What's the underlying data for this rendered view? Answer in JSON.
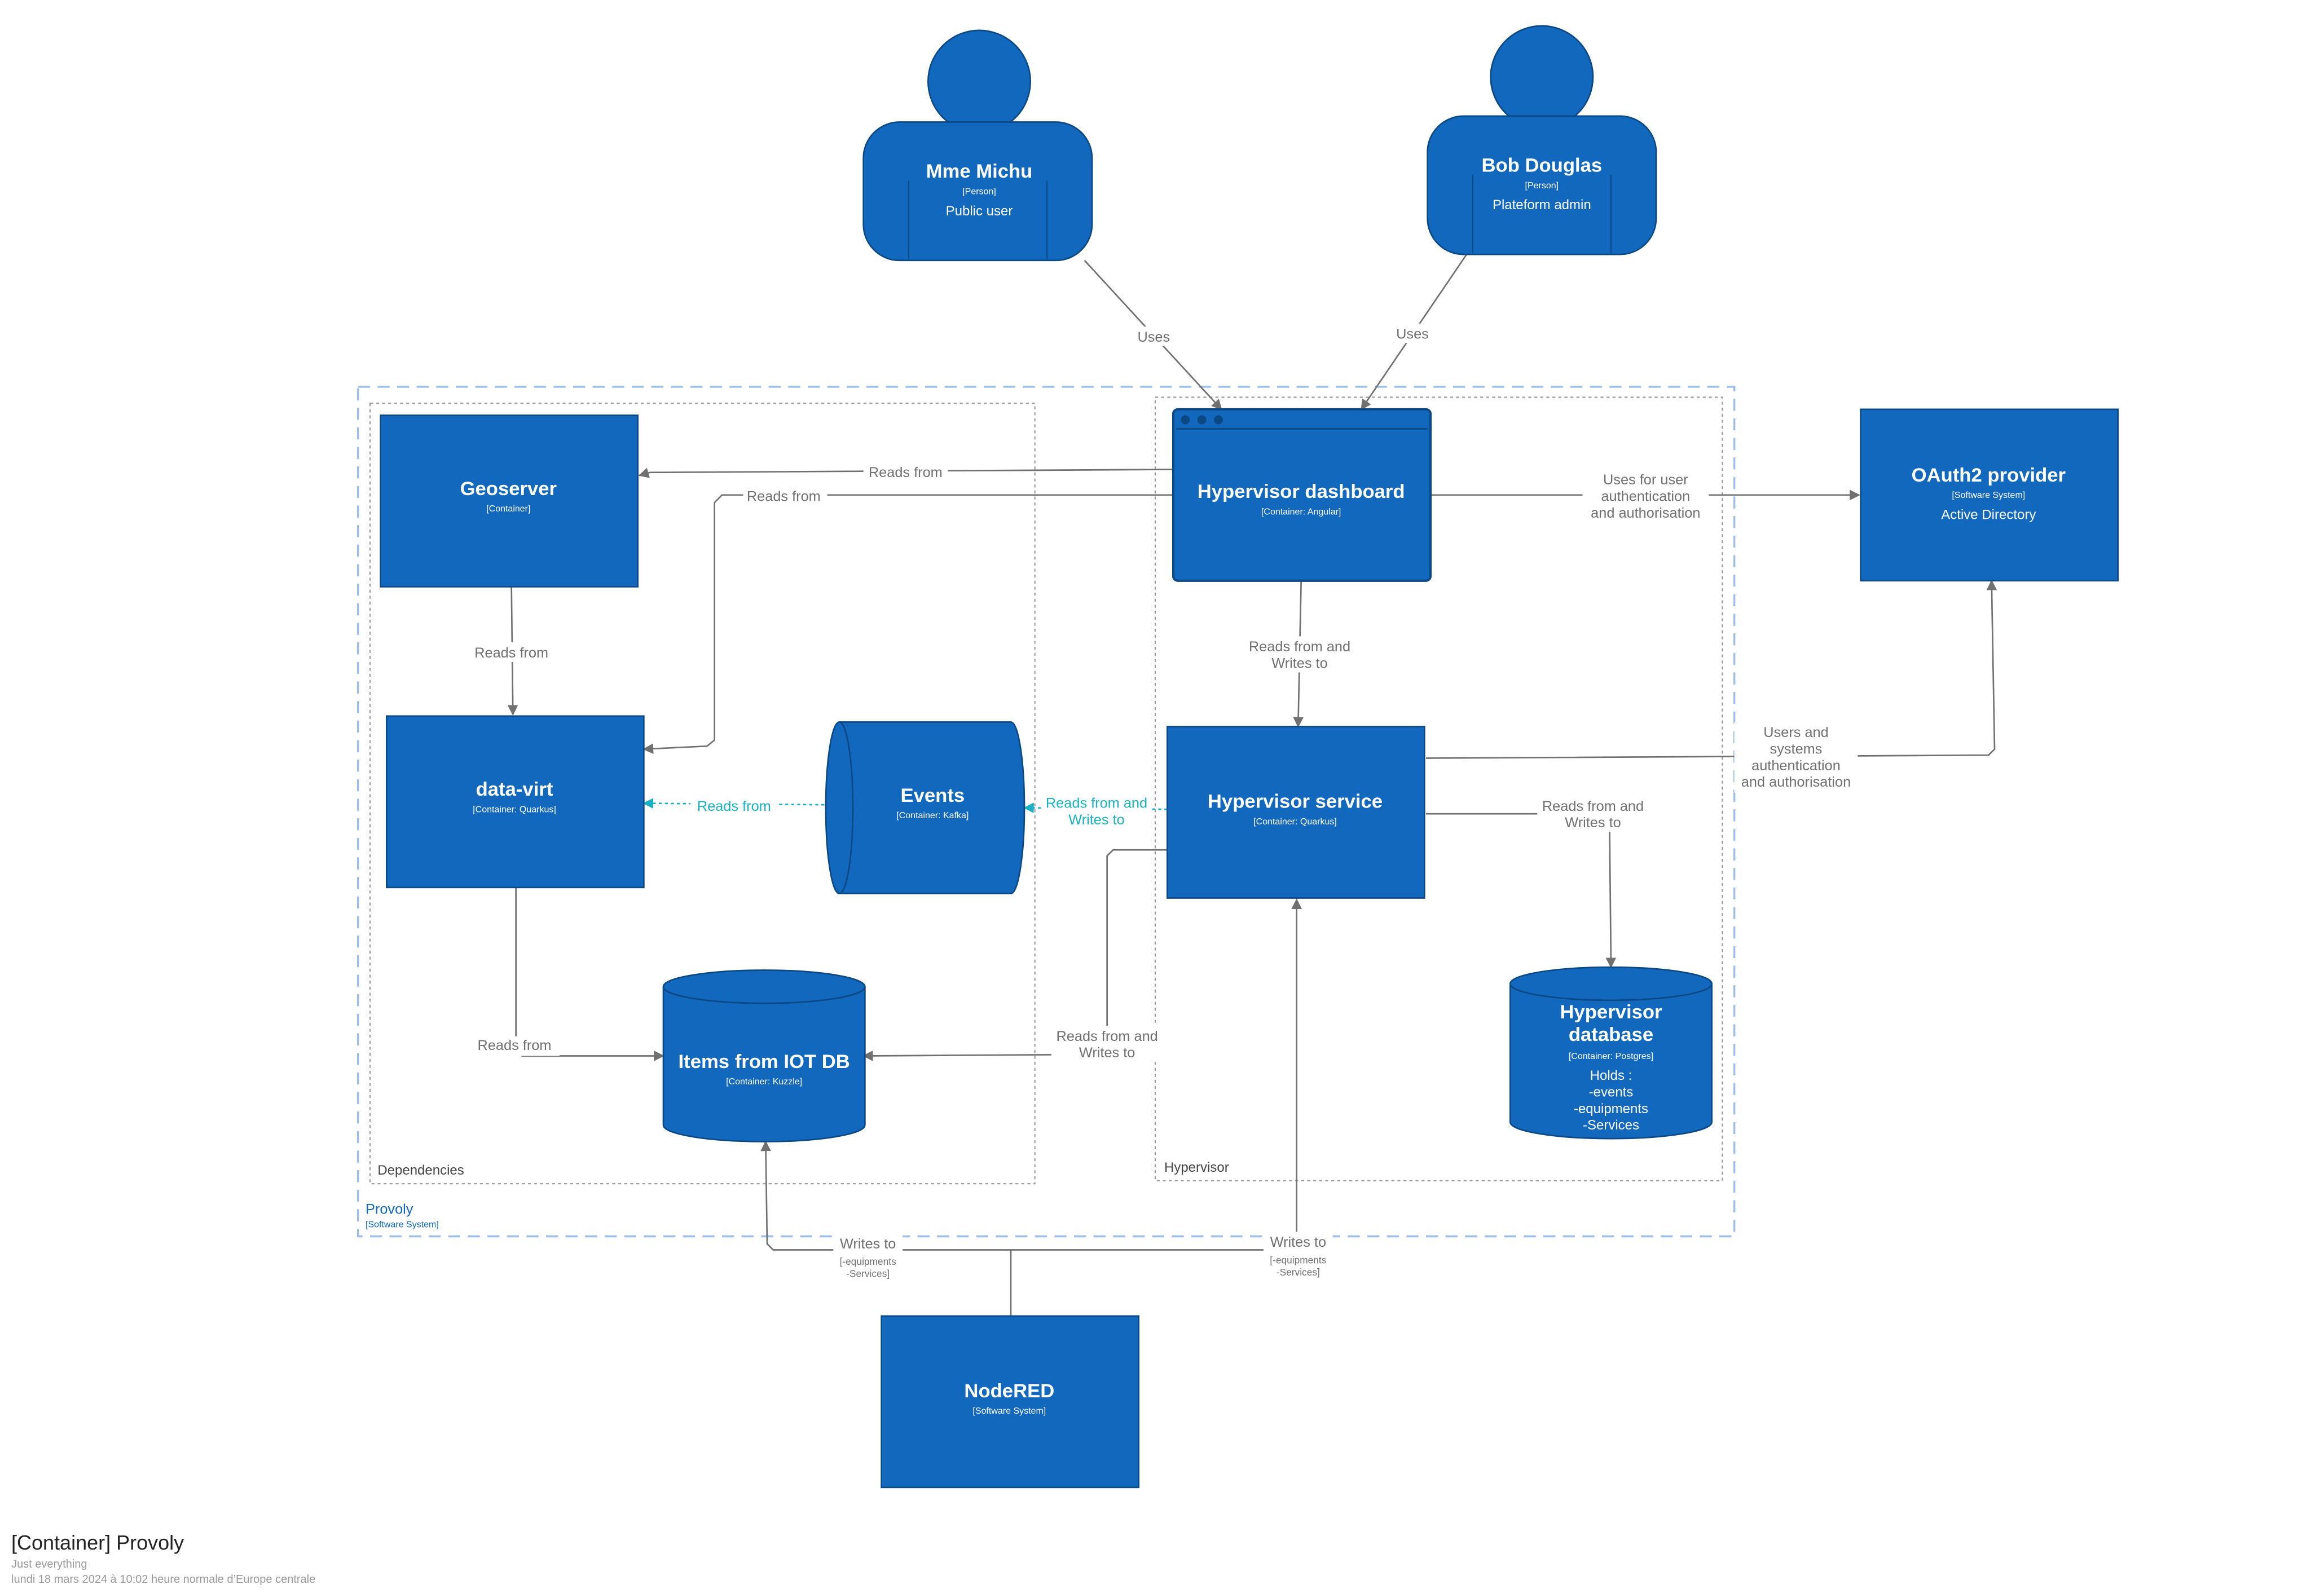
{
  "colors": {
    "box_fill": "#1168BD",
    "box_stroke": "#0B4884",
    "box_text": "#ffffff",
    "edge": "#707070",
    "edge_label": "#707070",
    "async_edge": "#1AB2C3",
    "boundary_blue": "#9DBEE8",
    "boundary_gray": "#9a9a9a",
    "boundary_label_blue": "#1168BD",
    "boundary_label_gray": "#444444"
  },
  "persons": {
    "mme_michu": {
      "name": "Mme Michu",
      "type": "[Person]",
      "desc": "Public user"
    },
    "bob_douglas": {
      "name": "Bob Douglas",
      "type": "[Person]",
      "desc": "Plateform admin"
    }
  },
  "boundaries": {
    "provoly": {
      "name": "Provoly",
      "type": "[Software System]"
    },
    "dependencies": {
      "name": "Dependencies"
    },
    "hypervisor": {
      "name": "Hypervisor"
    }
  },
  "elements": {
    "geoserver": {
      "name": "Geoserver",
      "type": "[Container]"
    },
    "data_virt": {
      "name": "data-virt",
      "type": "[Container: Quarkus]"
    },
    "events": {
      "name": "Events",
      "type": "[Container: Kafka]"
    },
    "items_iot": {
      "name": "Items from IOT DB",
      "type": "[Container: Kuzzle]"
    },
    "hv_dashboard": {
      "name": "Hypervisor dashboard",
      "type": "[Container: Angular]"
    },
    "hv_service": {
      "name": "Hypervisor service",
      "type": "[Container: Quarkus]"
    },
    "hv_database": {
      "name_l1": "Hypervisor",
      "name_l2": "database",
      "type": "[Container: Postgres]",
      "desc": [
        "Holds :",
        "-events",
        "-equipments",
        "-Services"
      ]
    },
    "oauth2": {
      "name": "OAuth2 provider",
      "type": "[Software System]",
      "desc": "Active Directory"
    },
    "nodered": {
      "name": "NodeRED",
      "type": "[Software System]"
    }
  },
  "edges": {
    "michu_uses": "Uses",
    "bob_uses": "Uses",
    "dash_geo": "Reads from",
    "dash_datavirt": "Reads from",
    "dash_oauth": [
      "Uses for user",
      "authentication",
      "and authorisation"
    ],
    "geo_datavirt": "Reads from",
    "dash_service": [
      "Reads from and",
      "Writes to"
    ],
    "events_datavirt": "Reads from",
    "service_events": [
      "Reads from and",
      "Writes to"
    ],
    "service_oauth": [
      "Users and",
      "systems",
      "authentication",
      "and authorisation"
    ],
    "service_db": [
      "Reads from and",
      "Writes to"
    ],
    "datavirt_items": "Reads from",
    "service_items": [
      "Reads from and",
      "Writes to"
    ],
    "nodered_items": {
      "label": "Writes to",
      "tech": [
        "[-equipments",
        "-Services]"
      ]
    },
    "nodered_service": {
      "label": "Writes to",
      "tech": [
        "[-equipments",
        "-Services]"
      ]
    }
  },
  "footer": {
    "title": "[Container] Provoly",
    "subtitle": "Just everything",
    "date": "lundi 18 mars 2024 à 10:02 heure normale d’Europe centrale"
  }
}
